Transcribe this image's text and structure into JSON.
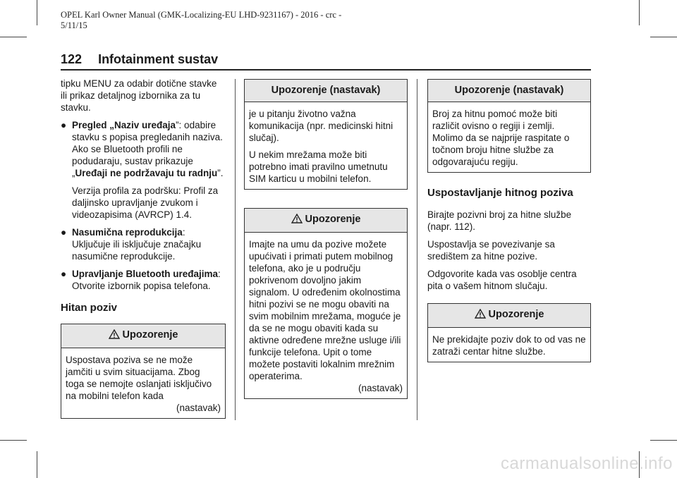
{
  "header": {
    "doc_line1": "OPEL Karl Owner Manual (GMK-Localizing-EU LHD-9231167) - 2016 - crc -",
    "doc_line2": "5/11/15",
    "page_number": "122",
    "section": "Infotainment sustav"
  },
  "col1": {
    "intro": "tipku MENU za odabir dotične stavke ili prikaz detaljnog izbornika za tu stavku.",
    "bullet_symbol": "●",
    "b1_bold": "Pregled „Naziv uređaja",
    "b1_text": "”: odabire stavku s popisa pregledanih naziva. Ako se Bluetooth profili ne podudaraju, sustav prikazuje „",
    "b1_bold2": "Uređaji ne podržavaju tu radnju",
    "b1_end": "”.",
    "b1_para": "Verzija profila za podršku: Profil za daljinsko upravljanje zvukom i videozapisima (AVRCP) 1.4.",
    "b2_bold": "Nasumična reprodukcija",
    "b2_text": ": Uključuje ili isključuje značajku nasumične reprodukcije.",
    "b3_bold": "Upravljanje Bluetooth uređajima",
    "b3_text": ": Otvorite izbornik popisa telefona.",
    "section_title": "Hitan poziv",
    "warn_title": "Upozorenje",
    "warn_text": "Uspostava poziva se ne može jamčiti u svim situacijama. Zbog toga se nemojte oslanjati isključivo na mobilni telefon kada",
    "warn_cont": "(nastavak)"
  },
  "col2": {
    "box1_title": "Upozorenje (nastavak)",
    "box1_p1": "je u pitanju životno važna komunikacija (npr. medicinski hitni slučaj).",
    "box1_p2": "U nekim mrežama može biti potrebno imati pravilno umetnutu SIM karticu u mobilni telefon.",
    "box2_title": "Upozorenje",
    "box2_text": "Imajte na umu da pozive možete upućivati i primati putem mobilnog telefona, ako je u području pokrivenom dovoljno jakim signalom. U određenim okolnostima hitni pozivi se ne mogu obaviti na svim mobilnim mrežama, moguće je da se ne mogu obaviti kada su aktivne određene mrežne usluge i/ili funkcije telefona. Upit o tome možete postaviti lokalnim mrežnim operaterima.",
    "box2_cont": "(nastavak)"
  },
  "col3": {
    "box1_title": "Upozorenje (nastavak)",
    "box1_text": "Broj za hitnu pomoć može biti različit ovisno o regiji i zemlji. Molimo da se najprije raspitate o točnom broju hitne službe za odgovarajuću regiju.",
    "section_title": "Uspostavljanje hitnog poziva",
    "p1": "Birajte pozivni broj za hitne službe (napr. 112).",
    "p2": "Uspostavlja se povezivanje sa središtem za hitne pozive.",
    "p3": "Odgovorite kada vas osoblje centra pita o vašem hitnom slučaju.",
    "box2_title": "Upozorenje",
    "box2_text": "Ne prekidajte poziv dok to od vas ne zatraži centar hitne službe."
  },
  "watermark": "carmanualsonline.info"
}
